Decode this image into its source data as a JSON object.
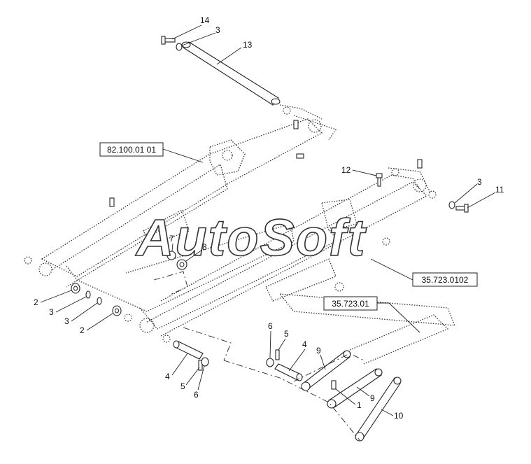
{
  "watermark": "AutoSoft",
  "reference_boxes": [
    {
      "id": "frame",
      "text": "82.100.01 01"
    },
    {
      "id": "cyl_a",
      "text": "35.723.0102"
    },
    {
      "id": "cyl_b",
      "text": "35.723.01"
    }
  ],
  "callouts": {
    "c14": "14",
    "c3_top": "3",
    "c13": "13",
    "c12": "12",
    "c3_right": "3",
    "c11": "11",
    "c7": "7",
    "c8": "8",
    "c2_a": "2",
    "c3_a": "3",
    "c3_b": "3",
    "c2_b": "2",
    "c6_a": "6",
    "c5_a": "5",
    "c4_a": "4",
    "c9_a": "9",
    "c4_b": "4",
    "c5_b": "5",
    "c6_b": "6",
    "c1": "1",
    "c9_b": "9",
    "c10": "10"
  }
}
